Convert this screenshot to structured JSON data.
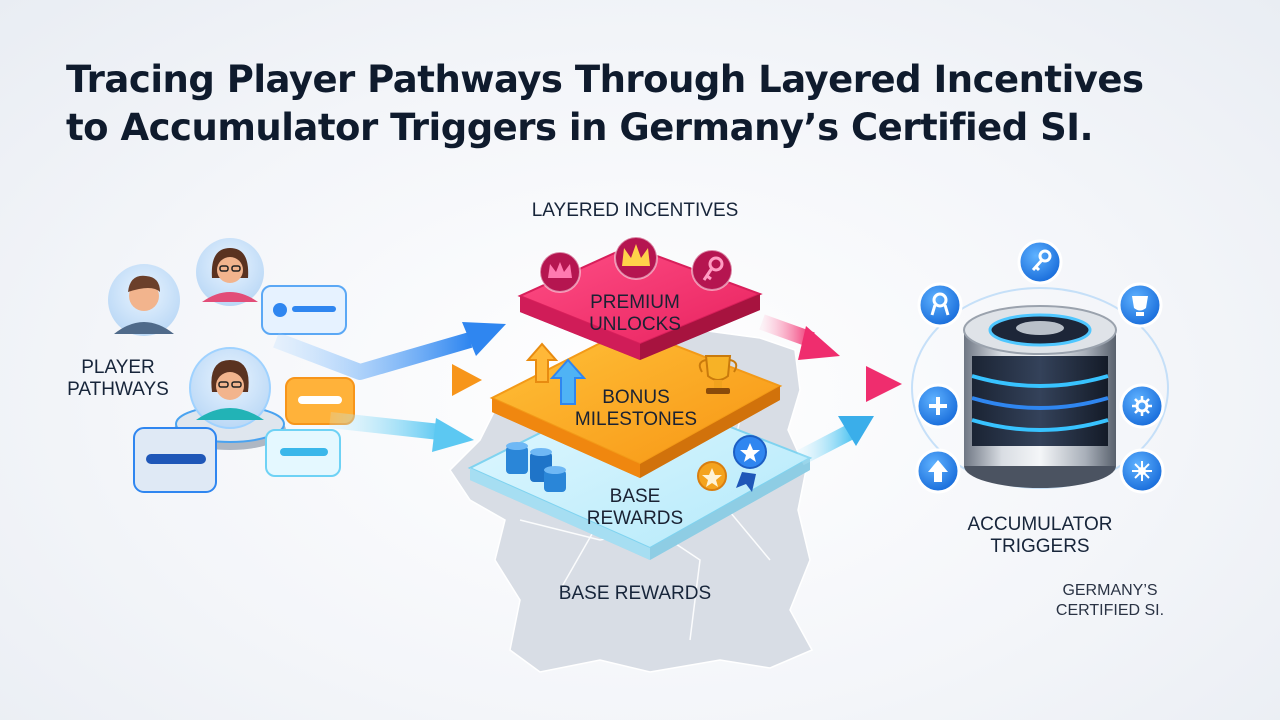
{
  "title": {
    "line1": "Tracing Player Pathways Through Layered Incentives",
    "line2": "to Accumulator Triggers in Germany’s Certified SI."
  },
  "labels": {
    "player_pathways": [
      "PLAYER",
      "PATHWAYS"
    ],
    "layered_incentives": "LAYERED INCENTIVES",
    "premium_unlocks": [
      "PREMIUM",
      "UNLOCKS"
    ],
    "bonus_milestones": [
      "BONUS",
      "MILESTONES"
    ],
    "base_rewards_tier": [
      "BASE",
      "REWARDS"
    ],
    "base_rewards": "BASE REWARDS",
    "accumulator_triggers": [
      "ACCUMULATOR",
      "TRIGGERS"
    ],
    "germany_certified": [
      "GERMANY’S",
      "CERTIFIED SI."
    ]
  },
  "colors": {
    "premium": "#ef2d6e",
    "bonus": "#f9a21a",
    "base": "#bdeefb",
    "accent_blue": "#2f86f0",
    "map_gray": "#d6dbe3"
  },
  "icons": {
    "premium_tier": [
      "crown-icon",
      "crown-icon",
      "key-icon"
    ],
    "bonus_tier": [
      "up-arrow-icon",
      "up-arrow-icon",
      "trophy-icon"
    ],
    "base_tier": [
      "coin-stack-icon",
      "medal-icon",
      "medal-icon"
    ],
    "accumulator_ring": [
      "key-icon",
      "trophy-icon",
      "medal-icon",
      "plus-icon",
      "gear-icon",
      "up-arrow-icon",
      "network-icon"
    ]
  }
}
